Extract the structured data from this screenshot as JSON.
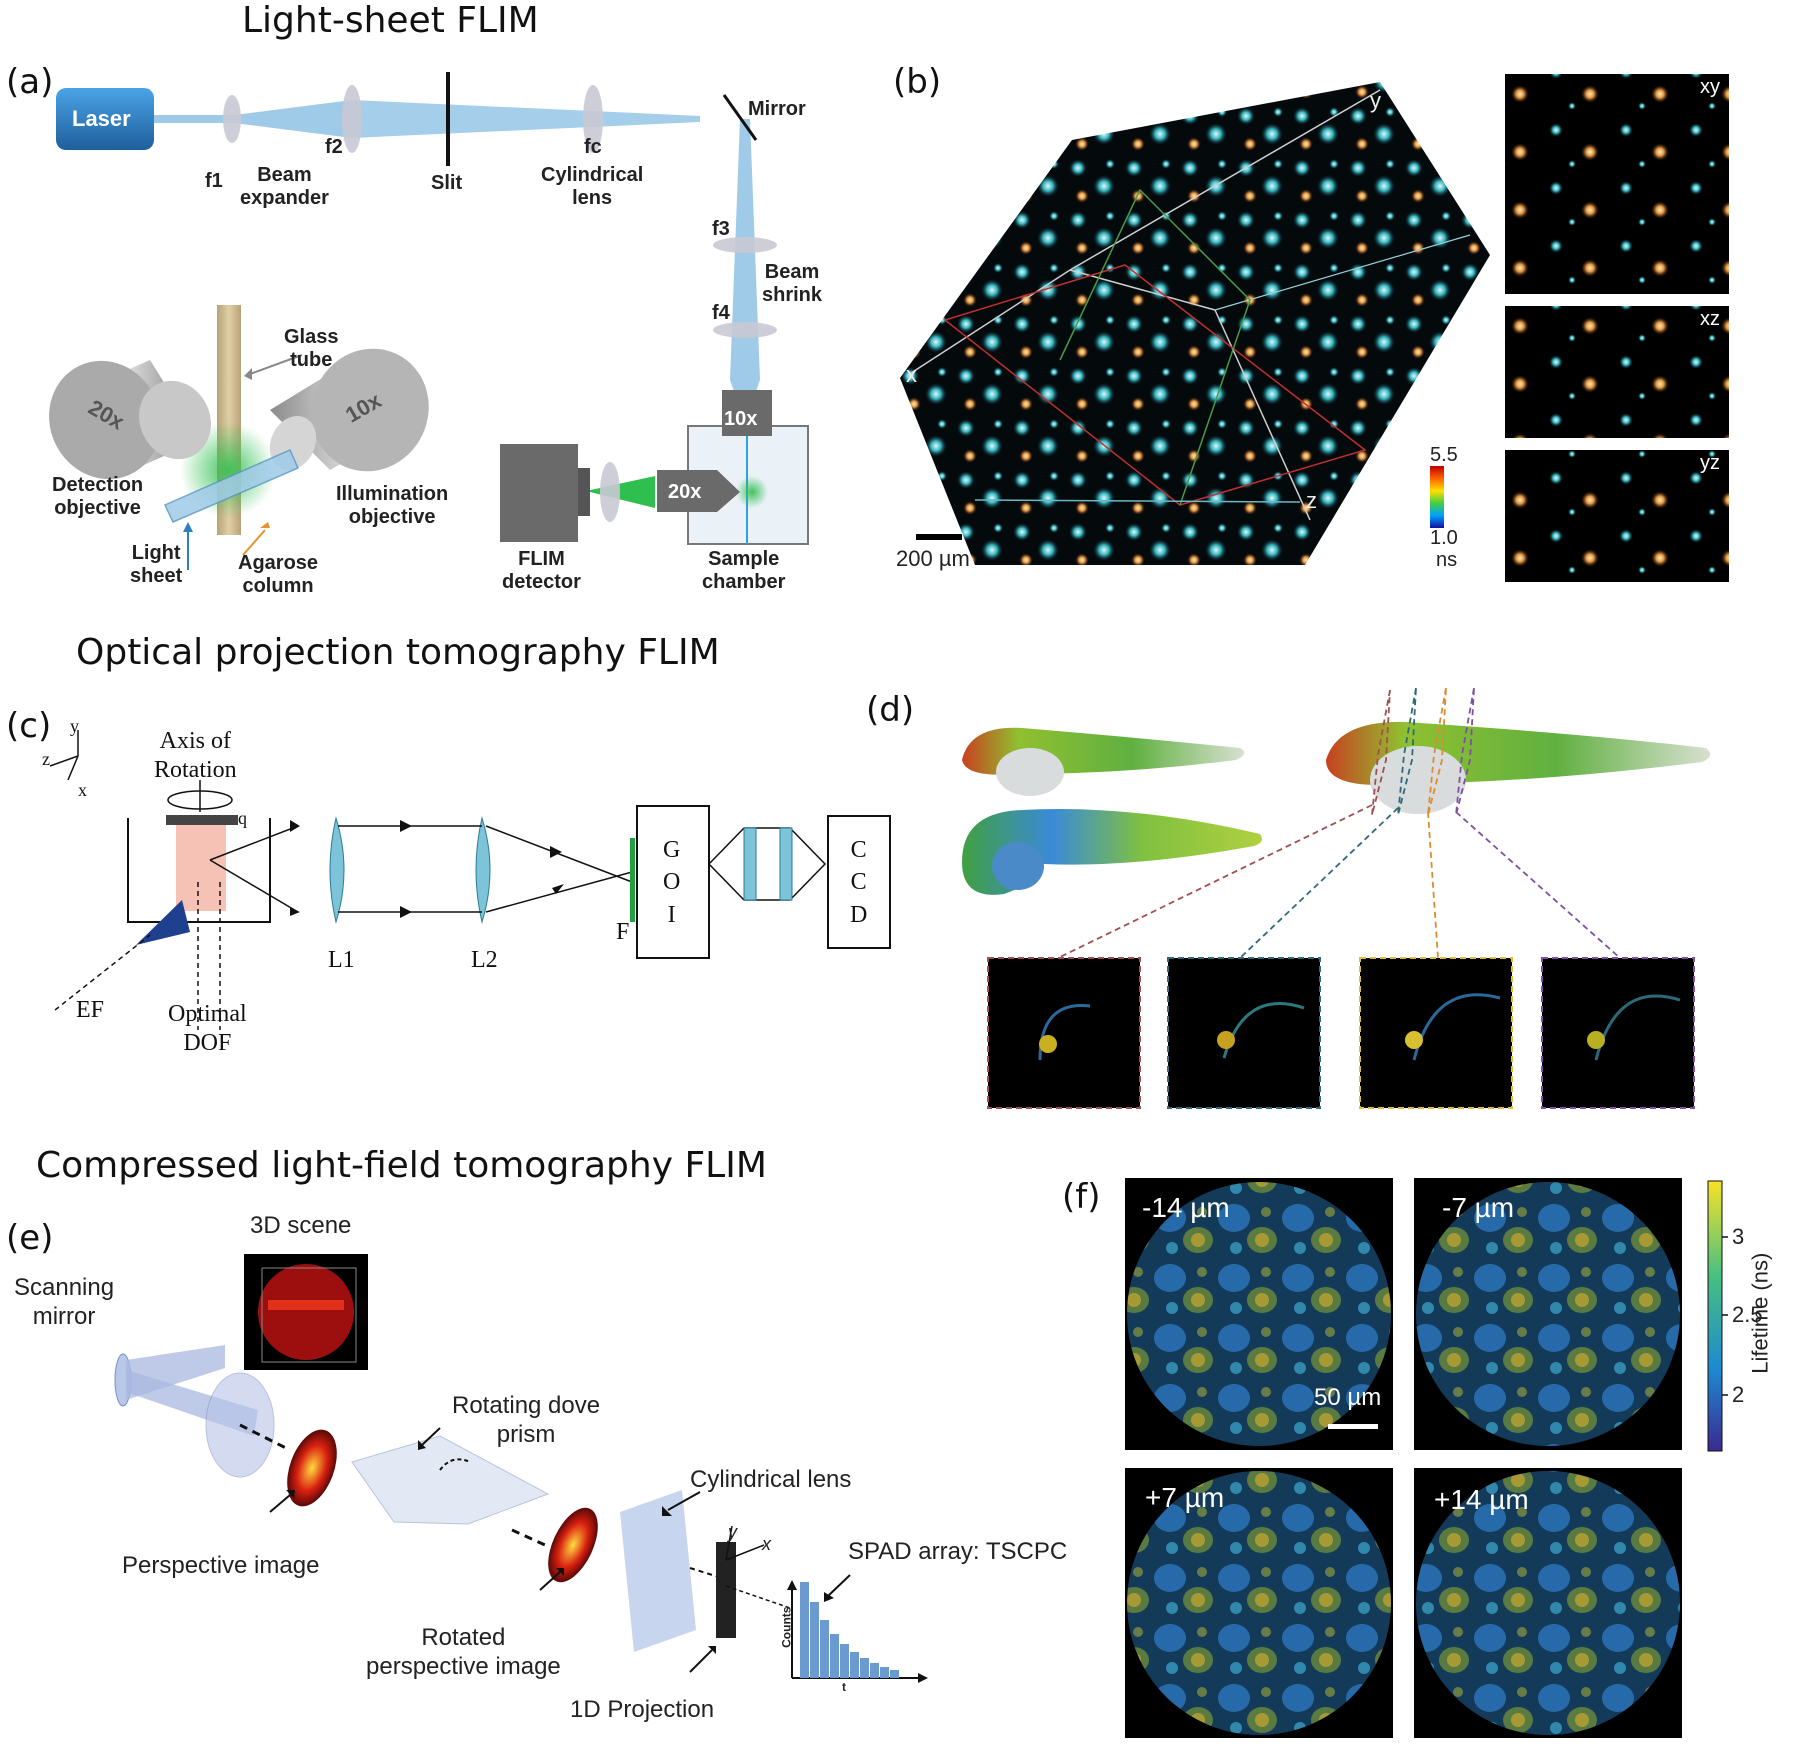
{
  "sections": {
    "light_sheet_title": "Light-sheet FLIM",
    "opt_title": "Optical projection tomography FLIM",
    "clft_title": "Compressed light-field tomography FLIM"
  },
  "panels": {
    "a": "(a)",
    "b": "(b)",
    "c": "(c)",
    "d": "(d)",
    "e": "(e)",
    "f": "(f)"
  },
  "panel_a": {
    "laser": "Laser",
    "f1": "f1",
    "f2": "f2",
    "fc": "fc",
    "f3": "f3",
    "f4": "f4",
    "beam_expander": "Beam\nexpander",
    "slit": "Slit",
    "cylindrical_lens": "Cylindrical\nlens",
    "mirror": "Mirror",
    "beam_shrink": "Beam\nshrink",
    "glass_tube": "Glass\ntube",
    "obj_20x": "20x",
    "obj_10x": "10x",
    "detection_objective": "Detection\nobjective",
    "illumination_objective": "Illumination\nobjective",
    "light_sheet": "Light\nsheet",
    "agarose_column": "Agarose\ncolumn",
    "flim_detector": "FLIM\ndetector",
    "sample_chamber": "Sample\nchamber",
    "box_10x": "10x",
    "box_20x": "20x"
  },
  "panel_b": {
    "axis_x": "x",
    "axis_y": "y",
    "axis_z": "z",
    "scale_bar": "200 µm",
    "colorbar_max": "5.5",
    "colorbar_min": "1.0",
    "colorbar_unit": "ns",
    "view_xy": "xy",
    "view_xz": "xz",
    "view_yz": "yz"
  },
  "panel_c": {
    "axis_y": "y",
    "axis_z": "z",
    "axis_x": "x",
    "axis_rotation": "Axis of\nRotation",
    "q": "q",
    "l1": "L1",
    "l2": "L2",
    "f": "F",
    "goi": "G\nO\nI",
    "ccd": "C\nC\nD",
    "ef": "EF",
    "optimal_dof": "Optimal\nDOF"
  },
  "panel_e": {
    "scene_3d": "3D scene",
    "scanning_mirror": "Scanning\nmirror",
    "rotating_dove_prism": "Rotating dove\nprism",
    "cylindrical_lens": "Cylindrical lens",
    "perspective_image": "Perspective image",
    "rotated_perspective_image": "Rotated\nperspective image",
    "spad_array": "SPAD array: TSCPC",
    "projection_1d": "1D Projection",
    "axis_y": "y",
    "axis_x": "x",
    "counts": "Counts",
    "t": "t"
  },
  "panel_f": {
    "depth_1": "-14 µm",
    "depth_2": "-7 µm",
    "depth_3": "+7 µm",
    "depth_4": "+14 µm",
    "scale_bar": "50 µm",
    "colorbar_title": "Lifetime (ns)",
    "tick_3": "3",
    "tick_25": "2.5",
    "tick_2": "2"
  },
  "colors": {
    "beam": "#9fcbe8",
    "laser": "#2f7fc1",
    "green": "#2fbf4f",
    "grey_obj": "#9a9a9a",
    "dark": "#000000"
  }
}
